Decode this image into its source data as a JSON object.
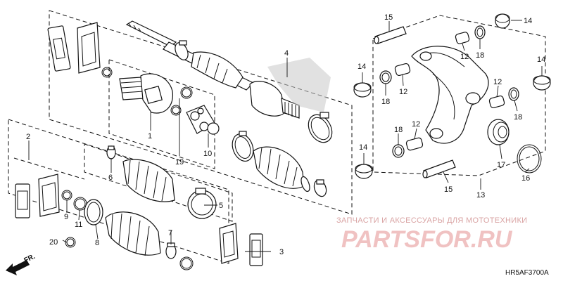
{
  "callouts": [
    {
      "id": "c1",
      "text": "1"
    },
    {
      "id": "c2",
      "text": "2"
    },
    {
      "id": "c3",
      "text": "3"
    },
    {
      "id": "c4",
      "text": "4"
    },
    {
      "id": "c5",
      "text": "5"
    },
    {
      "id": "c6",
      "text": "6"
    },
    {
      "id": "c7",
      "text": "7"
    },
    {
      "id": "c8",
      "text": "8"
    },
    {
      "id": "c9",
      "text": "9"
    },
    {
      "id": "c10",
      "text": "10"
    },
    {
      "id": "c11",
      "text": "11"
    },
    {
      "id": "c12a",
      "text": "12"
    },
    {
      "id": "c12b",
      "text": "12"
    },
    {
      "id": "c12c",
      "text": "12"
    },
    {
      "id": "c12d",
      "text": "12"
    },
    {
      "id": "c13",
      "text": "13"
    },
    {
      "id": "c14a",
      "text": "14"
    },
    {
      "id": "c14b",
      "text": "14"
    },
    {
      "id": "c14c",
      "text": "14"
    },
    {
      "id": "c14d",
      "text": "14"
    },
    {
      "id": "c15a",
      "text": "15"
    },
    {
      "id": "c15b",
      "text": "15"
    },
    {
      "id": "c16",
      "text": "16"
    },
    {
      "id": "c17",
      "text": "17"
    },
    {
      "id": "c18a",
      "text": "18"
    },
    {
      "id": "c18b",
      "text": "18"
    },
    {
      "id": "c18c",
      "text": "18"
    },
    {
      "id": "c18d",
      "text": "18"
    },
    {
      "id": "c19",
      "text": "19"
    },
    {
      "id": "c20",
      "text": "20"
    }
  ],
  "watermark": {
    "line1": "ЗАПЧАСТИ И АКСЕССУАРЫ ДЛЯ МОТОТЕХНИКИ",
    "line2": "PARTSFOR.RU"
  },
  "diagram_code": "HR5AF3700A",
  "direction_label": "FR."
}
